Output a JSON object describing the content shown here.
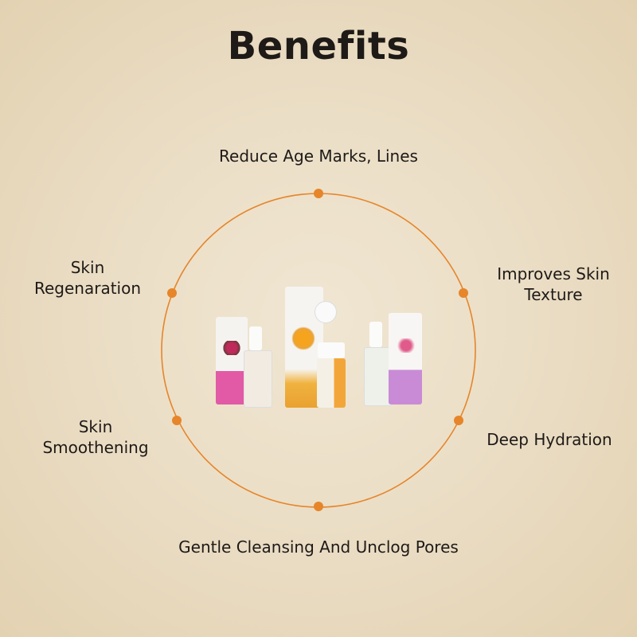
{
  "title": "Benefits",
  "accent_color": "#e6852a",
  "benefits": {
    "top": "Reduce Age Marks, Lines",
    "top_right": [
      "Improves Skin",
      "Texture"
    ],
    "bottom_right": "Deep Hydration",
    "bottom": "Gentle Cleansing And Unclog Pores",
    "bottom_left": [
      "Skin",
      "Smoothening"
    ],
    "top_left": [
      "Skin",
      "Regenaration"
    ]
  },
  "product_image": "skincare-product-set"
}
